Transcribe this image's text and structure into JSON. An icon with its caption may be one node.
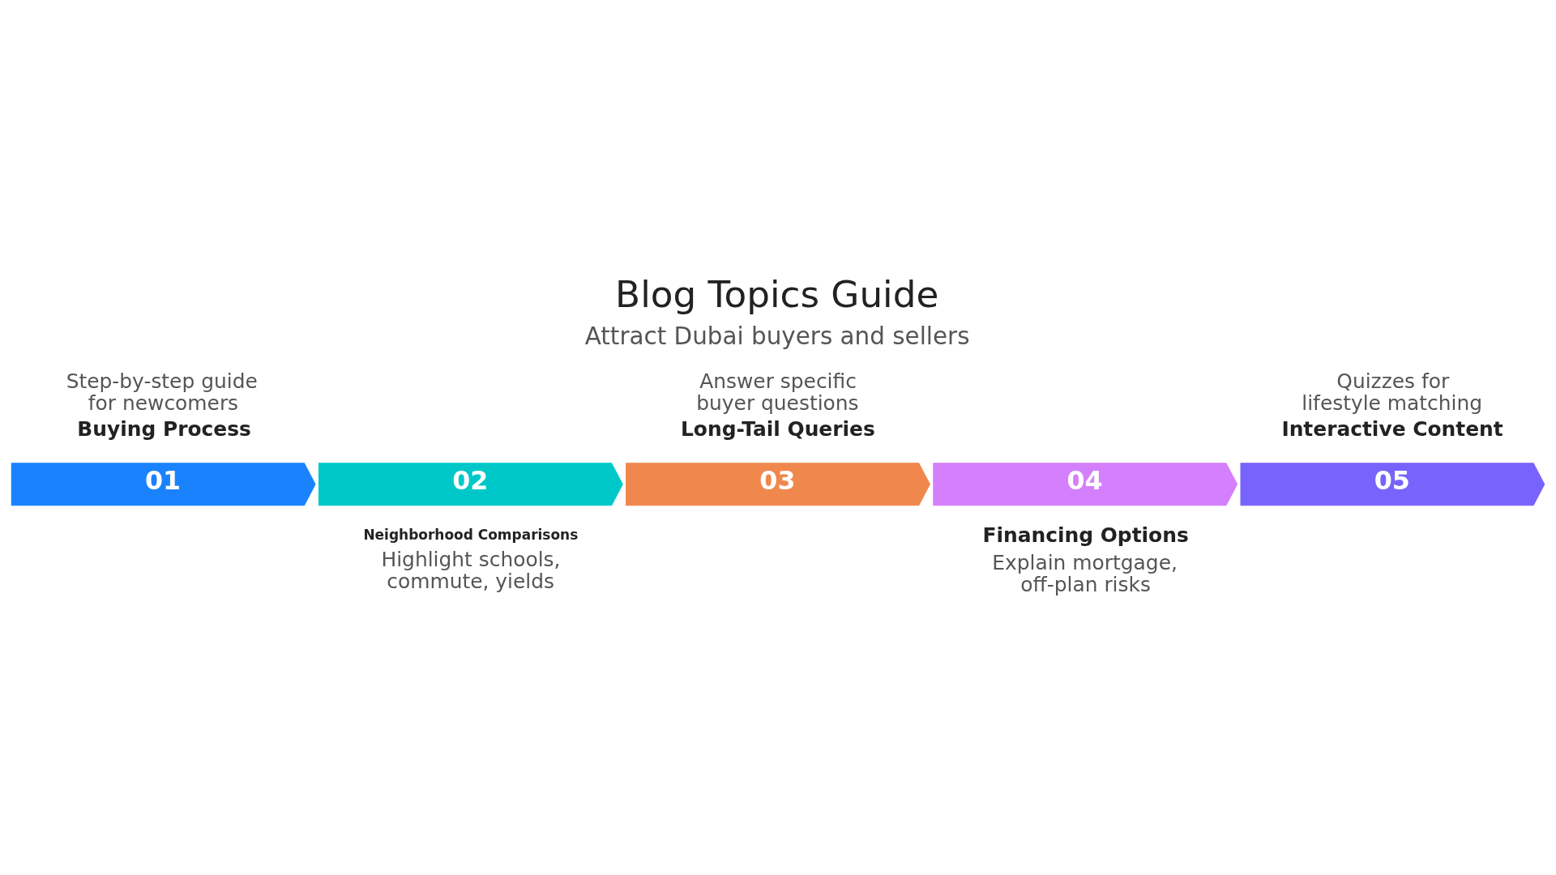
{
  "diagram": {
    "title": "Blog Topics Guide",
    "nodes": [
      {
        "text": [
          "01"
        ],
        "beside": [
          "Buying Process",
          "Step-by-step guide for newcomers"
        ]
      },
      {
        "text": [
          "02"
        ],
        "beside": [
          "Neighborhood Comparisons",
          "Highlight schools, commute, yields"
        ]
      },
      {
        "text": [
          "03"
        ],
        "beside": [
          "Long-Tail Queries",
          "Answer specific buyer questions"
        ]
      },
      {
        "text": [
          "04"
        ],
        "beside": [
          "Financing Options",
          "Explain mortgage, off-plan risks"
        ]
      },
      {
        "text": [
          "05"
        ],
        "beside": [
          "Interactive Content",
          "Quizzes for lifestyle matching"
        ]
      }
    ],
    "labels": [
      "Attract Dubai buyers and sellers"
    ]
  }
}
